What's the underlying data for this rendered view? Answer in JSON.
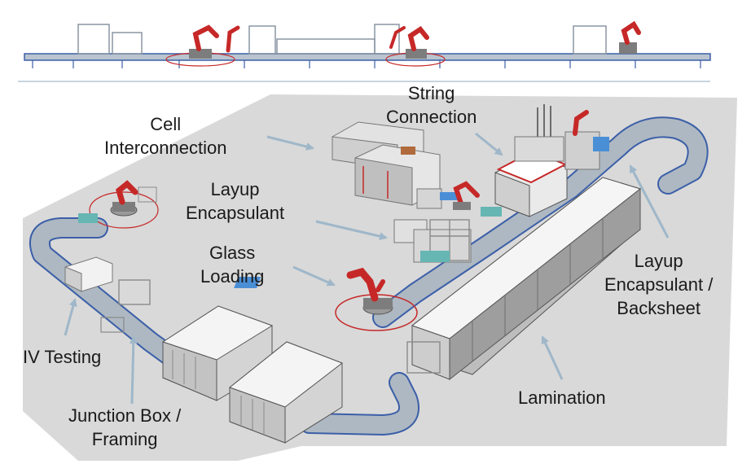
{
  "labels": {
    "cell_interconnection": [
      "Cell",
      "Interconnection"
    ],
    "string_connection": [
      "String",
      "Connection"
    ],
    "layup_encapsulant": [
      "Layup",
      "Encapsulant"
    ],
    "glass_loading": [
      "Glass",
      "Loading"
    ],
    "layup_backsheet": [
      "Layup",
      "Encapsulant /",
      "Backsheet"
    ],
    "iv_testing": [
      "IV Testing"
    ],
    "junction_box": [
      "Junction Box /",
      "Framing"
    ],
    "lamination": [
      "Lamination"
    ]
  },
  "colors": {
    "floor": "#d9d9d9",
    "conveyor": "#a9b4bf",
    "conveyor_edge": "#3b5fa8",
    "robot": "#c62828",
    "arrow": "#9fb7c9",
    "building": "#eeeeee"
  }
}
